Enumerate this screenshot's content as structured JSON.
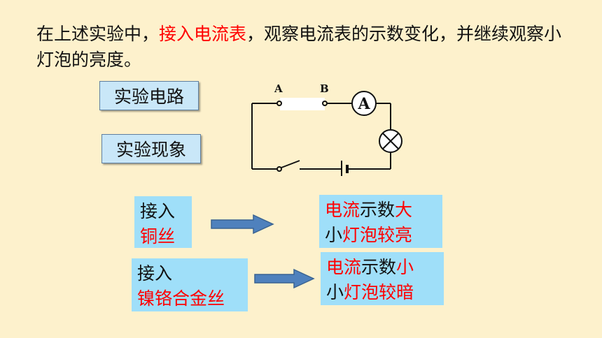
{
  "intro": {
    "part1": "在上述实验中，",
    "highlight": "接入电流表",
    "part2": "，观察电流表的示数变化，并继续观察小灯泡的亮度。"
  },
  "labels": {
    "circuit": "实验电路",
    "phenomenon": "实验现象"
  },
  "circuit": {
    "point_a": "A",
    "point_b": "B",
    "ammeter": "A"
  },
  "rows": [
    {
      "input_line1": "接入",
      "input_line2": "铜丝",
      "result_red1": "电流",
      "result_black1": "示数",
      "result_red2": "大",
      "result_black2": "小",
      "result_red3": "灯泡较亮"
    },
    {
      "input_line1": "接入",
      "input_line2": "镍铬合金丝",
      "result_red1": "电流",
      "result_black1": "示数",
      "result_red2": "小",
      "result_black2": "小",
      "result_red3": "灯泡较暗"
    }
  ],
  "colors": {
    "background": "#fdf1cc",
    "label_box": "#c9e7f8",
    "panel": "#9fdff9",
    "arrow": "#4f81bd",
    "highlight": "#ff0000"
  }
}
